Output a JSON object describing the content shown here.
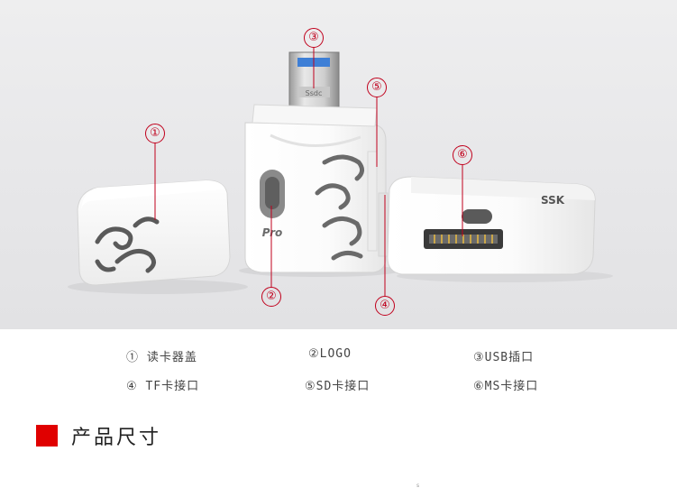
{
  "markers": [
    {
      "id": "1",
      "text": "①"
    },
    {
      "id": "2",
      "text": "②"
    },
    {
      "id": "3",
      "text": "③"
    },
    {
      "id": "4",
      "text": "④"
    },
    {
      "id": "5",
      "text": "⑤"
    },
    {
      "id": "6",
      "text": "⑥"
    }
  ],
  "product": {
    "logo_text": "Pro",
    "usb_label": "Ssdc",
    "ms_brand": "SSK"
  },
  "legend": [
    {
      "text": "①  读卡器盖"
    },
    {
      "text": "②LOGO"
    },
    {
      "text": "③USB插口"
    },
    {
      "text": "④  TF卡接口"
    },
    {
      "text": "⑤SD卡接口"
    },
    {
      "text": "⑥MS卡接口"
    }
  ],
  "section": {
    "title": "产品尺寸"
  },
  "footer_mark": "s",
  "colors": {
    "accent": "#e00000",
    "marker": "#c0001c",
    "photo_bg": "#e8e8ea"
  }
}
